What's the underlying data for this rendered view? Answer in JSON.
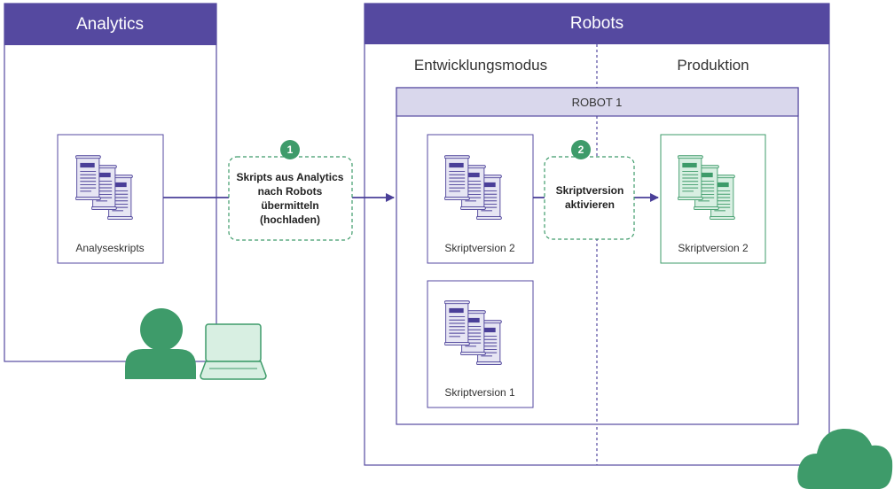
{
  "panels": {
    "analytics": {
      "title": "Analytics"
    },
    "robots": {
      "title": "Robots"
    }
  },
  "zones": {
    "development": "Entwicklungsmodus",
    "production": "Produktion"
  },
  "robot": {
    "label": "ROBOT 1"
  },
  "cards": {
    "analysis_scripts": "Analyseskripts",
    "dev_version_2": "Skriptversion 2",
    "dev_version_1": "Skriptversion 1",
    "prod_version_2": "Skriptversion 2"
  },
  "steps": {
    "upload": {
      "number": "1",
      "lines": [
        "Skripts aus Analytics",
        "nach Robots",
        "übermitteln",
        "(hochladen)"
      ]
    },
    "activate": {
      "number": "2",
      "lines": [
        "Skriptversion",
        "aktivieren"
      ]
    }
  },
  "icons": {
    "script": "script-document-icon",
    "user": "user-icon",
    "laptop": "laptop-icon",
    "cloud": "cloud-icon"
  },
  "colors": {
    "header_purple": "#5549a0",
    "panel_border": "#5549a0",
    "robot_header_fill": "#d9d7ec",
    "script_purple": "#4a3f98",
    "script_fill": "#e6e5f3",
    "green": "#3e9b6a",
    "green_light": "#d8efe2",
    "dashed_green": "#3e9b6a"
  }
}
